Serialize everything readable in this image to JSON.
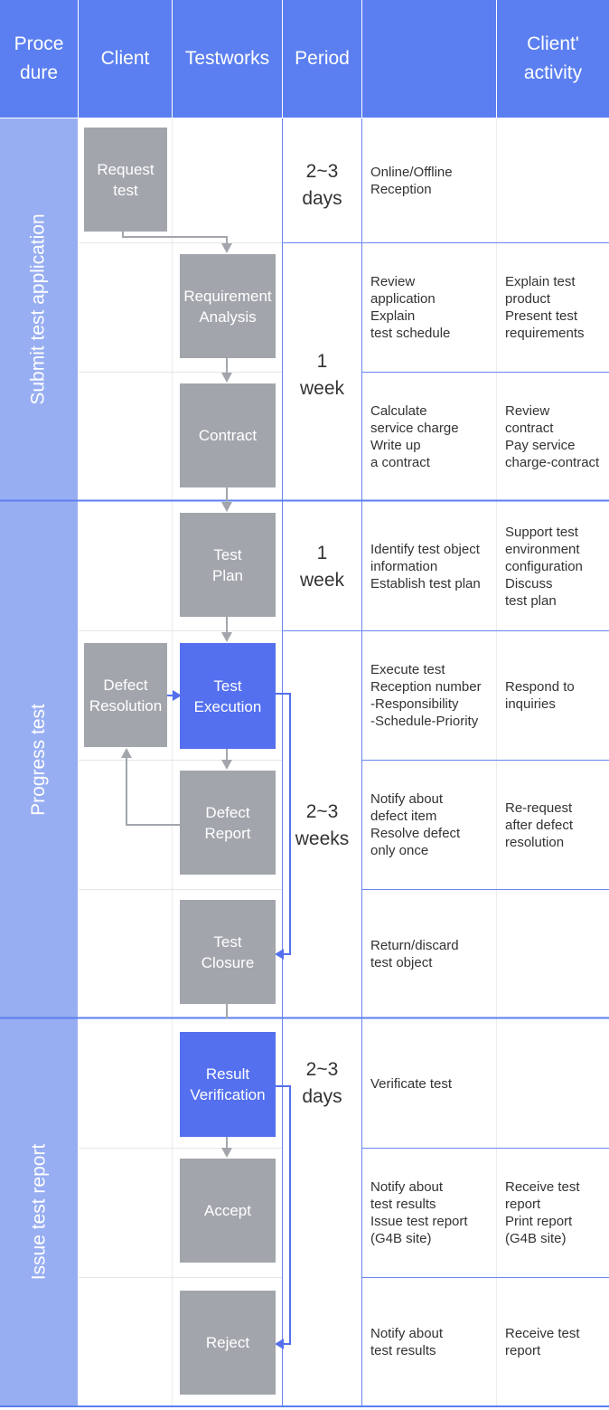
{
  "headers": {
    "procedure": "Proce\ndure",
    "client": "Client",
    "testworks": "Testworks",
    "period": "Period",
    "blank": "",
    "client_activity": "Client'\nactivity"
  },
  "phases": {
    "submit": "Submit test application",
    "progress": "Progress test",
    "issue": "Issue test report"
  },
  "boxes": {
    "request_test": "Request\ntest",
    "requirement_analysis": "Requirement\nAnalysis",
    "contract": "Contract",
    "test_plan": "Test\nPlan",
    "defect_resolution": "Defect\nResolution",
    "test_execution": "Test\nExecution",
    "defect_report": "Defect\nReport",
    "test_closure": "Test\nClosure",
    "result_verification": "Result\nVerification",
    "accept": "Accept",
    "reject": "Reject"
  },
  "periods": {
    "p1": "2~3\ndays",
    "p2": "1\nweek",
    "p3": "1\nweek",
    "p4": "2~3\nweeks",
    "p5": "2~3\ndays"
  },
  "testworks_activity": {
    "r1": "Online/Offline\nReception",
    "r2": "Review\napplication\nExplain\ntest schedule",
    "r3": "Calculate\nservice charge\nWrite up\na contract",
    "r4": "Identify test object\ninformation\nEstablish test plan",
    "r5": "Execute test\nReception number\n-Responsibility\n-Schedule-Priority",
    "r6": "Notify about\ndefect item\nResolve defect\nonly once",
    "r7": "Return/discard\ntest object",
    "r8": "Verificate test",
    "r9": "Notify about\ntest results\nIssue test report\n(G4B site)",
    "r10": "Notify about\ntest results"
  },
  "client_activity": {
    "r1": "",
    "r2": "Explain test\nproduct\nPresent test\nrequirements",
    "r3": "Review\ncontract\nPay service\ncharge-contract",
    "r4": "Support test\nenvironment\nconfiguration\nDiscuss\ntest plan",
    "r5": "Respond to\ninquiries",
    "r6": "Re-request\nafter defect\nresolution",
    "r7": "",
    "r8": "",
    "r9": "Receive test\nreport\nPrint report\n(G4B site)",
    "r10": "Receive test\nreport"
  },
  "colors": {
    "header": "#5b7ff0",
    "phase": "#98aef2",
    "box_gray": "#a2a6ac",
    "box_blue": "#5470ee",
    "connector": "#a2a6ac",
    "highlight_connector": "#5470ee"
  }
}
